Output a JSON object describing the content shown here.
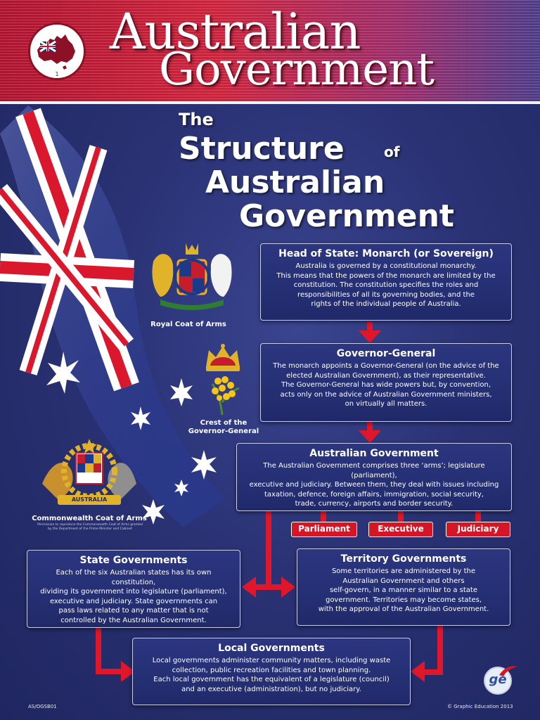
{
  "header": {
    "title_line1": "Australian",
    "title_line2": "Government",
    "badge_number": "1"
  },
  "subtitle": {
    "the": "The",
    "structure": "Structure",
    "of": "of",
    "australian": "Australian",
    "government": "Government"
  },
  "emblems": {
    "royal_caption": "Royal Coat of Arms",
    "crest_caption_line1": "Crest of the",
    "crest_caption_line2": "Governor-General",
    "commonwealth_caption": "Commonwealth Coat of Arms",
    "commonwealth_scroll": "AUSTRALIA",
    "permission_line1": "Permission to reproduce the Commonwealth Coat of Arms granted",
    "permission_line2": "by the Department of the Prime Minister and Cabinet"
  },
  "boxes": {
    "head_of_state": {
      "title": "Head of State: Monarch (or Sovereign)",
      "body": [
        "Australia is governed by a constitutional monarchy.",
        "This means that the powers of the monarch are limited by the",
        "constitution. The constitution specifies the roles and",
        "responsibilities of all its governing bodies, and the",
        "rights of the individual people of Australia."
      ]
    },
    "governor_general": {
      "title": "Governor-General",
      "body": [
        "The monarch appoints a Governor-General (on the advice of the",
        "elected Australian Government), as their representative.",
        "The Governor-General has wide powers but, by convention,",
        "acts only on the advice of Australian Government ministers,",
        "on virtually all matters."
      ]
    },
    "australian_government": {
      "title": "Australian Government",
      "body": [
        "The Australian Government comprises three ‘arms’; legislature (parliament),",
        "executive and judiciary. Between them, they deal with issues including",
        "taxation, defence, foreign affairs, immigration, social security,",
        "trade, currency, airports and border security."
      ]
    },
    "state": {
      "title": "State Governments",
      "body": [
        "Each of the six Australian states has its own constitution,",
        "dividing its government into legislature (parliament),",
        "executive and judiciary. State governments can",
        "pass laws related to any matter that is not",
        "controlled by the Australian Government."
      ]
    },
    "territory": {
      "title": "Territory Governments",
      "body": [
        "Some territories are administered by the",
        "Australian Government and others",
        "self-govern, in a manner similar to a state",
        "government.  Territories may become states,",
        "with the approval of the Australian Government."
      ]
    },
    "local": {
      "title": "Local Governments",
      "body": [
        "Local governments administer community matters, including waste",
        "collection, public recreation facilities and town planning.",
        "Each local government has the equivalent of a legislature (council)",
        "and an executive (administration), but no judiciary."
      ]
    }
  },
  "arms": {
    "parliament": "Parliament",
    "executive": "Executive",
    "judiciary": "Judiciary"
  },
  "footer": {
    "code": "AS/OGSB01",
    "copyright": "© Graphic Education 2013",
    "logo_text": "ge"
  },
  "colors": {
    "background": "#27306e",
    "header_red": "#c8102e",
    "arrow_red": "#e0162b",
    "box_border": "#c9cde6"
  }
}
